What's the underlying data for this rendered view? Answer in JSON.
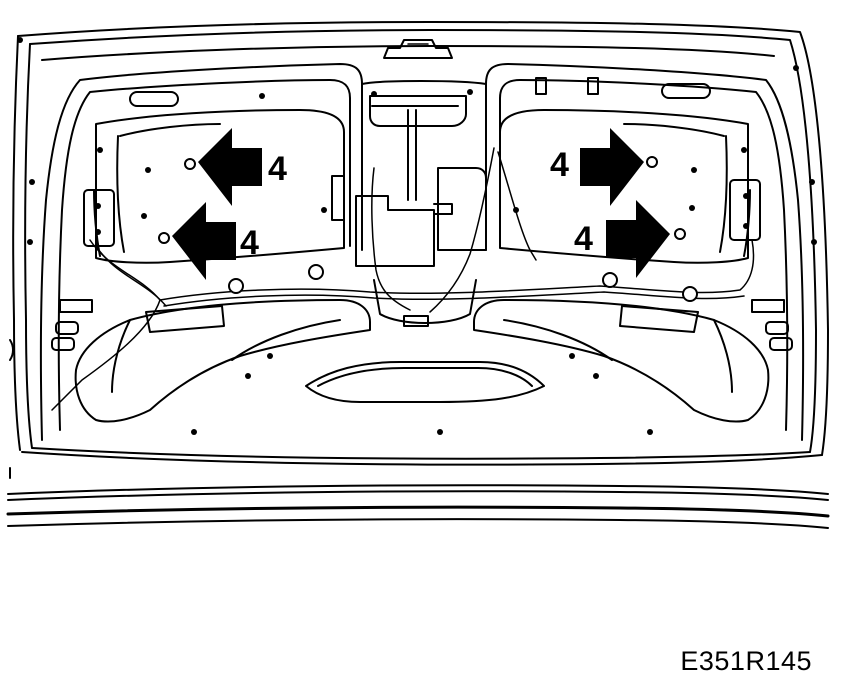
{
  "diagram": {
    "figure_code": "E351R145",
    "callouts": [
      {
        "id": "upper-left",
        "label": "4",
        "direction": "left"
      },
      {
        "id": "lower-left",
        "label": "4",
        "direction": "left"
      },
      {
        "id": "upper-right",
        "label": "4",
        "direction": "right"
      },
      {
        "id": "lower-right",
        "label": "4",
        "direction": "right"
      }
    ],
    "colors": {
      "line": "#000000",
      "background": "#ffffff"
    }
  }
}
